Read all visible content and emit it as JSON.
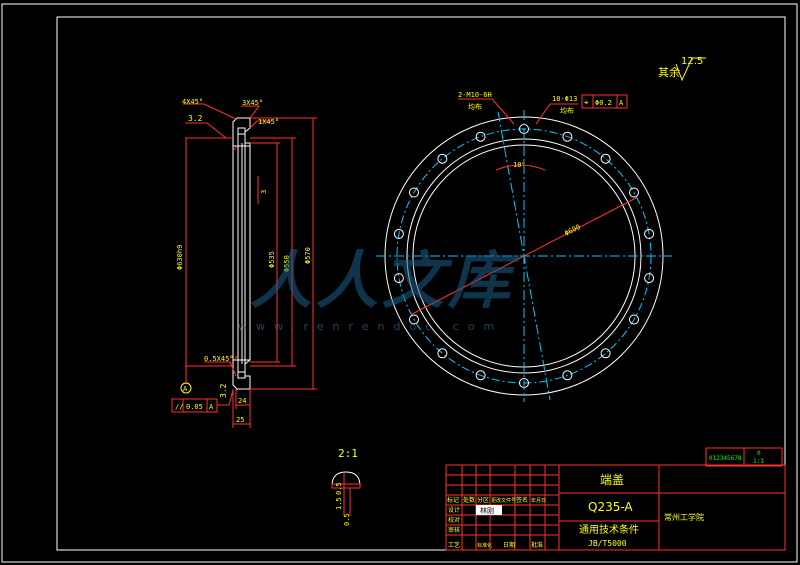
{
  "surface_roughness": {
    "label": "其余",
    "value": "12.5"
  },
  "section_view": {
    "chamfer_top": "4X45°",
    "chamfer_right_top": "3X45°",
    "chamfer_right_mid": "1X45°",
    "chamfer_bottom": "0.5X45°",
    "tol_top": "3.2",
    "tol_bottom": "3.2",
    "dim_outer_dia": "Φ630h9",
    "dim_inner_dia_1": "Φ535",
    "dim_inner_dia_2": "Φ550",
    "dim_outer_2": "Φ570",
    "dim_step": "3",
    "dim_width_1": "24",
    "dim_width_2": "25",
    "datum_label": "A",
    "geo_tol_symbol": "//",
    "geo_tol_value": "0.05",
    "geo_tol_datum": "A"
  },
  "plan_view": {
    "note_tapped": "2-M10-6H",
    "note_tapped_sub": "均布",
    "note_holes": "18-Φ13",
    "note_holes_sub": "均布",
    "hole_tol_symbol": "⌖",
    "hole_tol_value": "Φ0.2",
    "hole_tol_datum": "A",
    "angle": "10°",
    "radius_label": "Φ600"
  },
  "detail": {
    "scale": "2:1",
    "dim_a": "0.5",
    "dim_b": "1.5",
    "dim_c": "0.5"
  },
  "watermark": {
    "brand": "人人文库",
    "url": "www.renrendoc.com"
  },
  "title_block": {
    "part_name": "端盖",
    "material": "Q235-A",
    "spec": "通用技术条件",
    "standard": "JB/T5000",
    "school": "常州工学院",
    "header_cells": [
      "标记",
      "处数",
      "分区",
      "更改文件号",
      "签名",
      "年月日"
    ],
    "row_labels": [
      "设计",
      "校对",
      "审核",
      "工艺"
    ],
    "designer": "林刚",
    "footer_cells": [
      "标准化",
      "日期",
      "批准"
    ],
    "small_box_left": "012345678",
    "small_box_right": "0",
    "small_box_right_sub": "1:1"
  }
}
